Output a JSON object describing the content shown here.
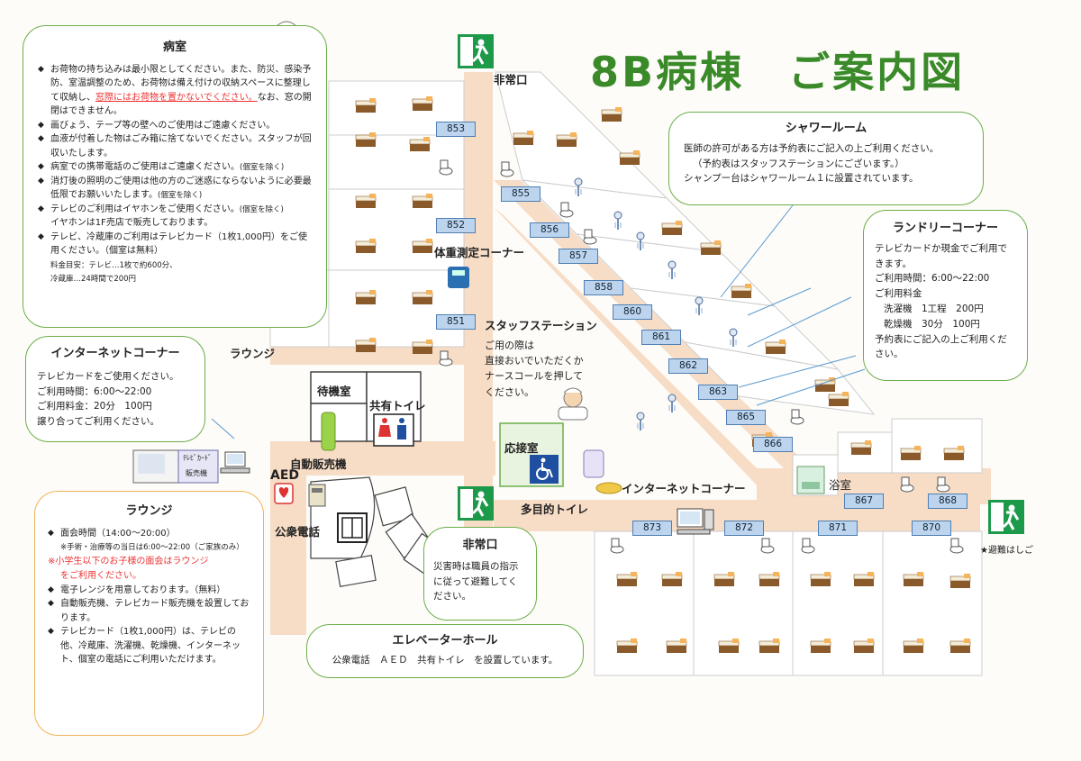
{
  "title": "8B病棟　ご案内図",
  "colors": {
    "frame": "#6cae4a",
    "orange_frame": "#f0b35a",
    "room_tag": "#bcd4ee",
    "corridor": "#f7dcc6",
    "title": "#3a8a2a"
  },
  "icons": [
    "emergency-exit-icon",
    "bed-icon",
    "toilet-icon",
    "shower-icon",
    "scale-icon",
    "wheelchair-icon",
    "elevator-icon",
    "aed-icon",
    "phone-icon",
    "vending-machine-icon",
    "computer-icon",
    "nurse-icon"
  ],
  "room_numbers": [
    "853",
    "852",
    "851",
    "855",
    "856",
    "857",
    "858",
    "860",
    "861",
    "862",
    "863",
    "865",
    "866",
    "867",
    "868",
    "873",
    "872",
    "871",
    "870"
  ],
  "map_labels": {
    "exit_top": "非常口",
    "scale_corner": "体重測定コーナー",
    "lounge": "ラウンジ",
    "waiting": "待機室",
    "shared_toilet": "共有トイレ",
    "vending": "自動販売機",
    "aed": "AED",
    "phone": "公衆電話",
    "reception": "応接室",
    "multi_toilet": "多目的トイレ",
    "internet_corner": "インターネットコーナー",
    "bath": "浴室",
    "evac_ladder": "★避難はしご",
    "card_machine_1": "ﾃﾚﾋﾞｶｰﾄﾞ",
    "card_machine_2": "販売機"
  },
  "byoshitsu": {
    "heading": "病室",
    "items": [
      {
        "pre": "お荷物の持ち込みは最小限としてください。また、防災、感染予防、室温調整のため、お荷物は備え付けの収納スペースに整理して収納し、",
        "red": "窓際にはお荷物を置かないでください。",
        "post": "なお、窓の開閉はできません。"
      },
      {
        "text": "画びょう、テープ等の壁へのご使用はご遠慮ください。"
      },
      {
        "text": "血液が付着した物はごみ箱に捨てないでください。スタッフが回収いたします。"
      },
      {
        "text": "病室での携帯電話のご使用はご遠慮ください。",
        "small": "(個室を除く)"
      },
      {
        "text": "消灯後の照明のご使用は他の方のご迷惑にならないように必要最低限でお願いいたします。",
        "small": "(個室を除く)"
      },
      {
        "text": "テレビのご利用はイヤホンをご使用ください。",
        "small": "(個室を除く)",
        "text2": "イヤホンは1F売店で販売しております。"
      },
      {
        "text": "テレビ、冷蔵庫のご利用はテレビカード（1枚1,000円）をご使用ください。（個室は無料）",
        "fee1": "料金目安：テレビ…1枚で約600分、",
        "fee2": "冷蔵庫…24時間で200円"
      }
    ]
  },
  "internet_box": {
    "heading": "インターネットコーナー",
    "lines": [
      "テレビカードをご使用ください。",
      "ご利用時間：6:00～22:00",
      "ご利用料金：20分　100円",
      "譲り合ってご利用ください。"
    ]
  },
  "lounge_box": {
    "heading": "ラウンジ",
    "visit": "面会時間（14:00～20:00）",
    "visit_note": "※手術・治療等の当日は6:00～22:00（ご家族のみ）",
    "red1": "※小学生以下のお子様の面会はラウンジ",
    "red2": "をご利用ください。",
    "items": [
      "電子レンジを用意しております。（無料）",
      "自動販売機、テレビカード販売機を設置しております。",
      "テレビカード（1枚1,000円）は、テレビの他、冷蔵庫、洗濯機、乾燥機、インターネット、個室の電話にご利用いただけます。"
    ]
  },
  "staff_box": {
    "heading": "スタッフステーション",
    "lines": [
      "ご用の際は",
      "直接おいでいただくか",
      "ナースコールを押して",
      "ください。"
    ]
  },
  "shower_box": {
    "heading": "シャワールーム",
    "lines": [
      "医師の許可がある方は予約表にご記入の上ご利用ください。",
      "（予約表はスタッフステーションにございます。）",
      "シャンプー台はシャワールーム１に設置されています。"
    ]
  },
  "laundry_box": {
    "heading": "ランドリーコーナー",
    "lines": [
      "テレビカードか現金でご利用できます。",
      "ご利用時間：6:00～22:00",
      "ご利用料金",
      "洗濯機　1工程　200円",
      "乾燥機　30分　100円",
      "予約表にご記入の上ご利用ください。"
    ]
  },
  "exit_box": {
    "heading": "非常口",
    "lines": [
      "災害時は職員の指示",
      "に従って避難してく",
      "ださい。"
    ]
  },
  "elevator_box": {
    "heading": "エレベーターホール",
    "text": "公衆電話　ＡＥＤ　共有トイレ　を設置しています。"
  }
}
